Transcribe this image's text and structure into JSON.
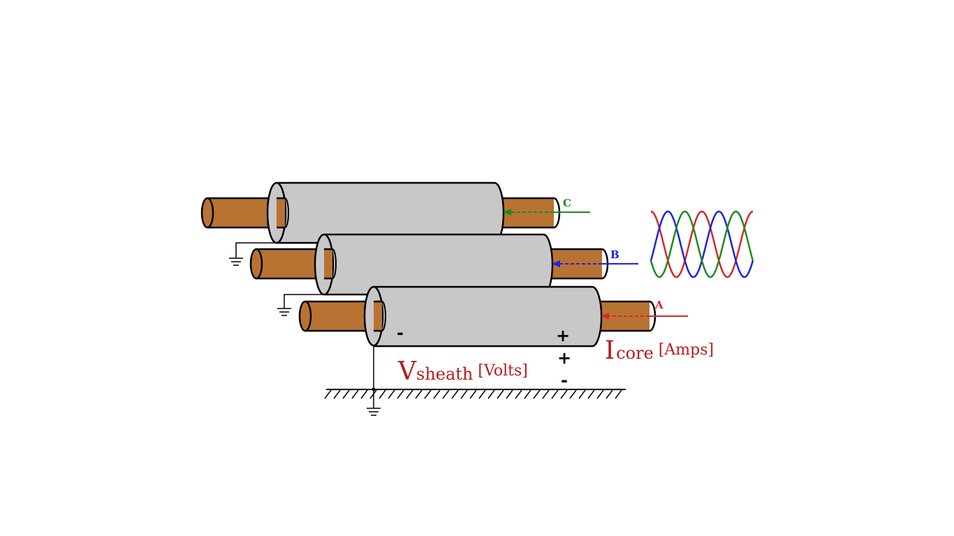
{
  "colors": {
    "copper": "#b87333",
    "sheath": "#c8c8c8",
    "outline": "#000000",
    "phase_a": "#d62828",
    "phase_b": "#1f22e0",
    "phase_c": "#1f8a1f",
    "label_red": "#b71c1c"
  },
  "phases": {
    "a": {
      "label": "A"
    },
    "b": {
      "label": "B"
    },
    "c": {
      "label": "C"
    }
  },
  "labels": {
    "sheath_minus": "-",
    "sheath_plus": "+",
    "terminal_plus": "+",
    "terminal_minus": "-",
    "v_main": "V",
    "v_sub": "sheath",
    "v_unit": "[Volts]",
    "i_main": "I",
    "i_sub": "core",
    "i_unit": "[Amps]"
  },
  "icons": [
    "ground-symbol-icon",
    "earth-hatch-icon",
    "three-phase-waveform-icon"
  ]
}
